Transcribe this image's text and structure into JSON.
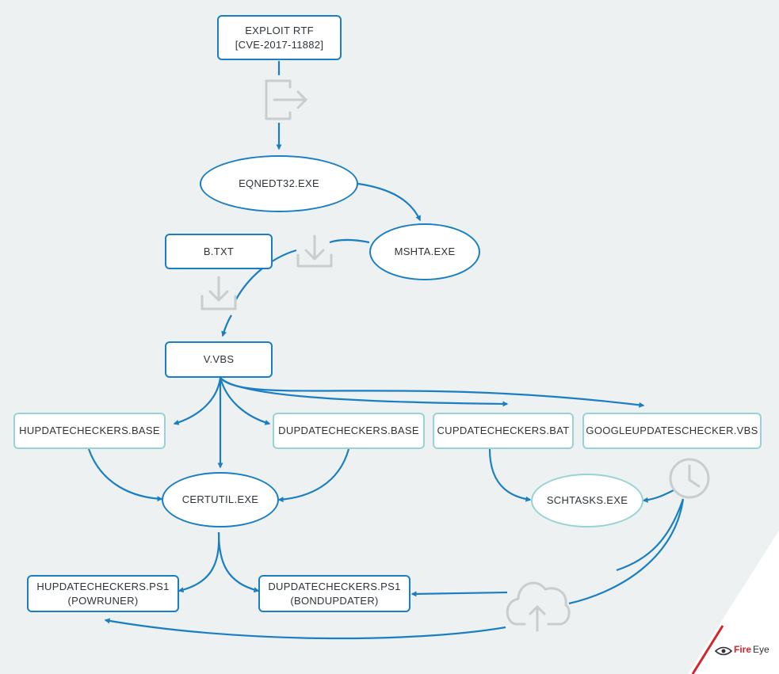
{
  "nodes": {
    "exploit_rtf": [
      "EXPLOIT RTF",
      "[CVE-2017-11882]"
    ],
    "eqnedt32": "EQNEDT32.EXE",
    "mshta": "MSHTA.EXE",
    "btxt": "B.TXT",
    "vvbs": "V.VBS",
    "hupdatecheckers_base": "HUPDATECHECKERS.BASE",
    "dupdatecheckers_base": "DUPDATECHECKERS.BASE",
    "cupdatecheckers_bat": "CUPDATECHECKERS.BAT",
    "googleupdateschecker_vbs": "GOOGLEUPDATESCHECKER.VBS",
    "certutil": "CERTUTIL.EXE",
    "schtasks": "SCHTASKS.EXE",
    "hupdatecheckers_ps1": [
      "HUPDATECHECKERS.PS1",
      "(POWRUNER)"
    ],
    "dupdatecheckers_ps1": [
      "DUPDATECHECKERS.PS1",
      "(BONDUPDATER)"
    ]
  },
  "logo": {
    "brand_a": "Fire",
    "brand_b": "Eye"
  },
  "colors": {
    "primary": "#1a7fc2",
    "secondary_border": "#96d3d6",
    "icon_gray": "#c8cdcf",
    "background": "#eef1f1",
    "text": "#2e3438",
    "brand_red": "#d6242b"
  },
  "icons": [
    "exit-icon",
    "download-icon",
    "clock-icon",
    "cloud-upload-icon",
    "eye-icon"
  ]
}
